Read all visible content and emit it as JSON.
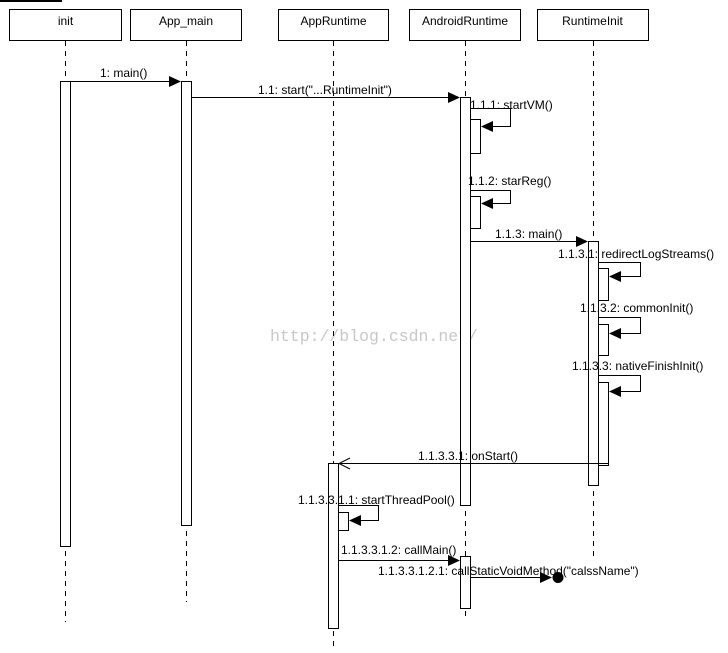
{
  "colors": {
    "background": "#ffffff",
    "stroke": "#000000",
    "watermark": "#c8c8c8"
  },
  "lifelines": [
    {
      "label": "init"
    },
    {
      "label": "App_main"
    },
    {
      "label": "AppRuntime"
    },
    {
      "label": "AndroidRuntime"
    },
    {
      "label": "RuntimeInit"
    }
  ],
  "messages": [
    {
      "label": "1: main()"
    },
    {
      "label": "1.1: start(\"...RuntimeInit\")"
    },
    {
      "label": "1.1.1: startVM()"
    },
    {
      "label": "1.1.2: starReg()"
    },
    {
      "label": "1.1.3: main()"
    },
    {
      "label": "1.1.3.1: redirectLogStreams()"
    },
    {
      "label": "1.1.3.2: commonInit()"
    },
    {
      "label": "1.1.3.3: nativeFinishInit()"
    },
    {
      "label": "1.1.3.3.1: onStart()"
    },
    {
      "label": "1.1.3.3.1.1: startThreadPool()"
    },
    {
      "label": "1.1.3.3.1.2: callMain()"
    },
    {
      "label": "1.1.3.3.1.2.1: callStaticVoidMethod(\"calssName\")"
    }
  ],
  "watermark": "http://blog.csdn.net/"
}
